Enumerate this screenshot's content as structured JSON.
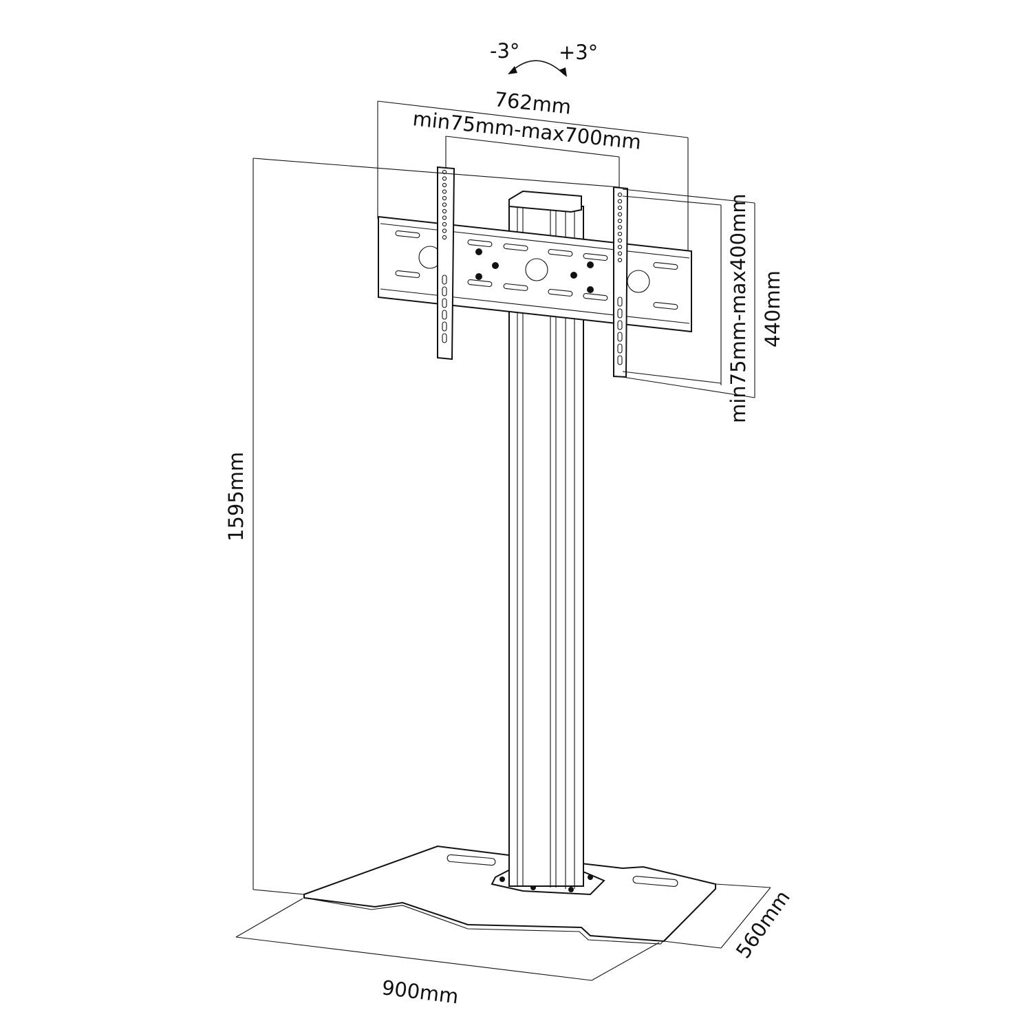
{
  "title": "Floor stand dimension drawing",
  "tilt": {
    "minus": "-3°",
    "plus": "+3°"
  },
  "dimensions": {
    "bracket_width": "762mm",
    "vesa_horizontal": "min75mm-max700mm",
    "vesa_vertical": "min75mm-max400mm",
    "arm_height": "440mm",
    "total_height": "1595mm",
    "base_width": "900mm",
    "base_depth": "560mm"
  },
  "colors": {
    "line": "#111111",
    "background": "#ffffff"
  }
}
